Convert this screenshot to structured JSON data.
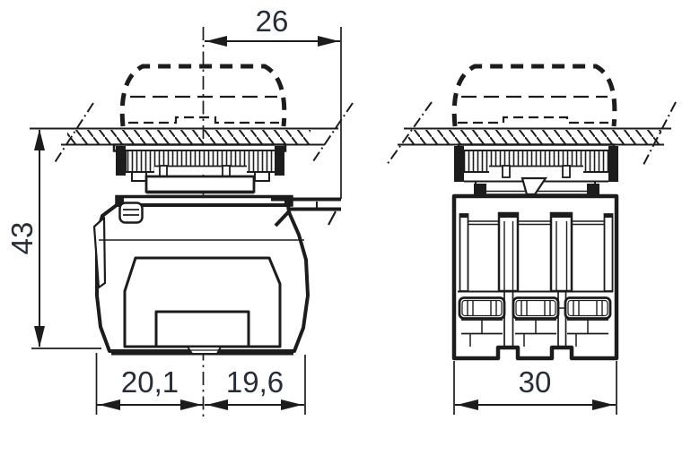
{
  "dimensions": {
    "side_view": {
      "top_width": "26",
      "height": "43",
      "bottom_left_width": "20,1",
      "bottom_right_width": "19,6"
    },
    "front_view": {
      "bottom_width": "30"
    }
  },
  "colors": {
    "line": "#1c1c1c",
    "dimension_text": "#272d36",
    "background": "#ffffff"
  }
}
